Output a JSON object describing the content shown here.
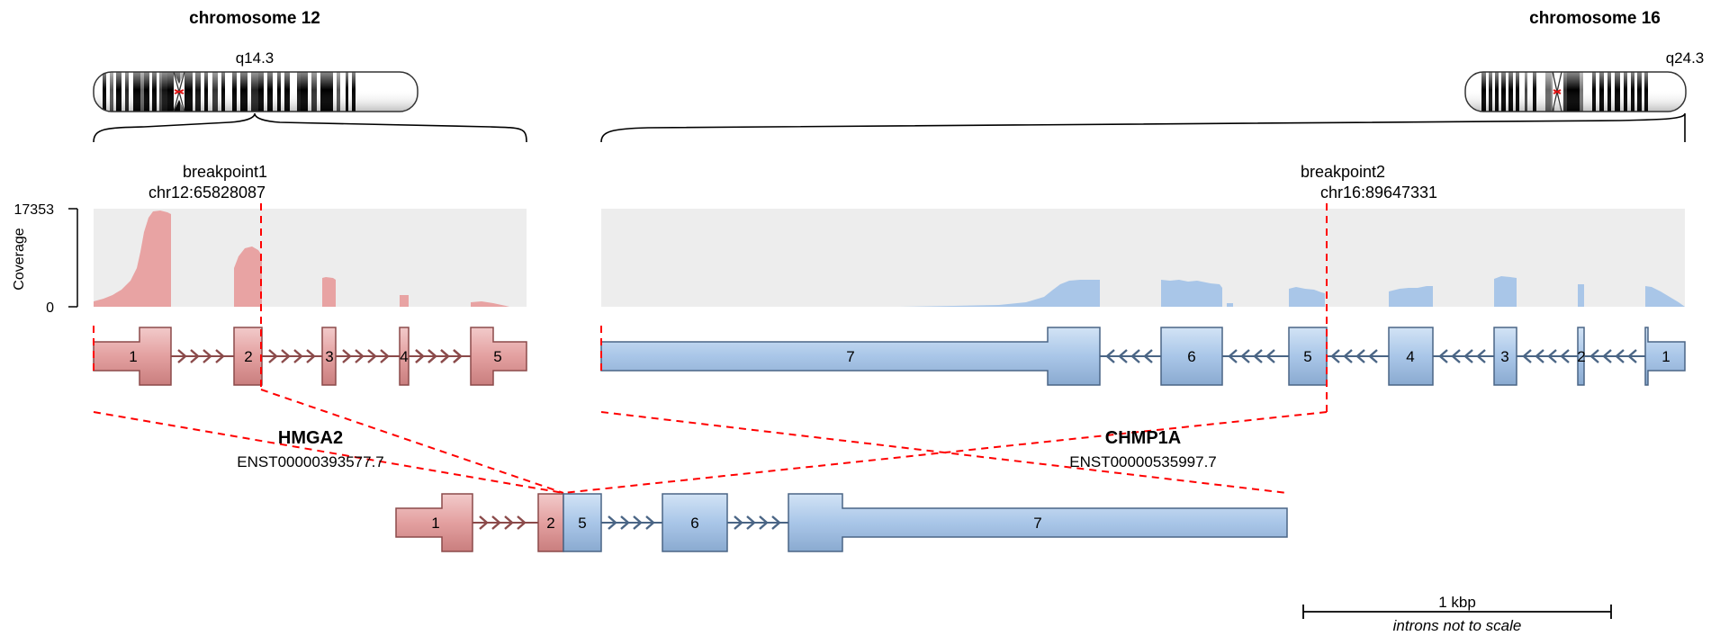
{
  "left": {
    "chromosome": "chromosome 12",
    "band": "q14.3",
    "breakpoint_title": "breakpoint1",
    "breakpoint_pos": "chr12:65828087",
    "gene": "HMGA2",
    "transcript": "ENST00000393577.7",
    "exons": [
      "1",
      "2",
      "3",
      "4",
      "5"
    ],
    "color_fill": "#e8a3a3",
    "color_dark": "#8b4a4a"
  },
  "right": {
    "chromosome": "chromosome 16",
    "band": "q24.3",
    "breakpoint_title": "breakpoint2",
    "breakpoint_pos": "chr16:89647331",
    "gene": "CHMP1A",
    "transcript": "ENST00000535997.7",
    "exons": [
      "7",
      "6",
      "5",
      "4",
      "3",
      "2",
      "1"
    ],
    "color_fill": "#a9c6e8",
    "color_dark": "#4a6585"
  },
  "coverage": {
    "axis_title": "Coverage",
    "max_label": "17353",
    "min_label": "0"
  },
  "fusion": {
    "exons": [
      "1",
      "2",
      "5",
      "6",
      "7"
    ]
  },
  "scale": {
    "label": "1 kbp",
    "note": "introns not to scale"
  },
  "colors": {
    "breakpoint_line": "#ff0000",
    "track_bg": "#ededed"
  }
}
